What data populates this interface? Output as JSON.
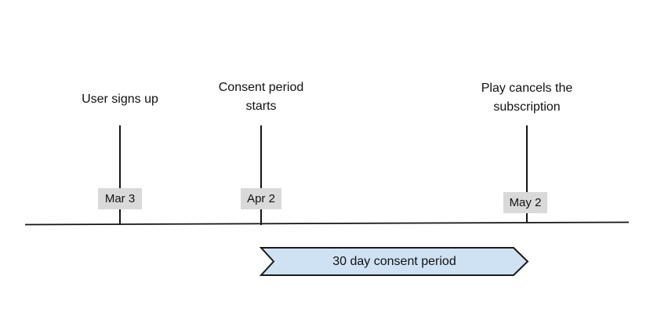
{
  "timeline": {
    "events": [
      {
        "label": "User signs up",
        "date": "Mar 3"
      },
      {
        "label": "Consent period starts",
        "date": "Apr 2"
      },
      {
        "label": "Play cancels the subscription",
        "date": "May 2"
      }
    ],
    "banner": {
      "label": "30 day consent period",
      "fill": "#cfe2f3",
      "stroke": "#1a1a1a"
    },
    "axis_color": "#141414",
    "marker_line_color": "#141414",
    "date_badge_bg": "#d9d9d9"
  }
}
